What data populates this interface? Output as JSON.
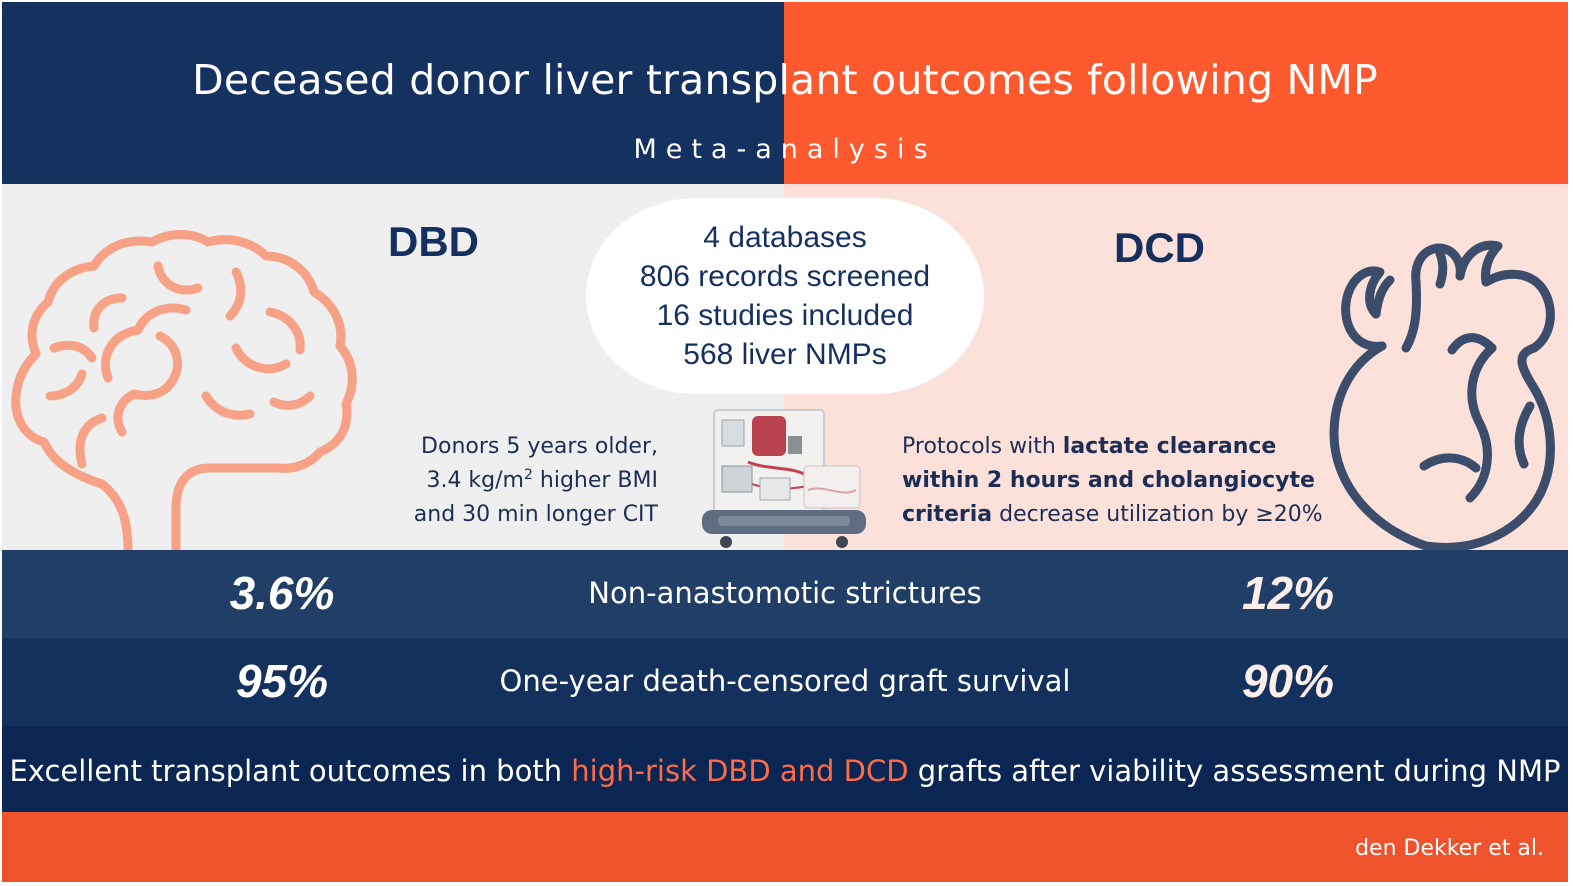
{
  "header": {
    "title": "Deceased donor liver transplant outcomes following NMP",
    "subtitle": "Meta-analysis"
  },
  "groups": {
    "left_label": "DBD",
    "right_label": "DCD"
  },
  "stats": {
    "lines": [
      "4 databases",
      "806 records screened",
      "16 studies included",
      "568 liver NMPs"
    ]
  },
  "notes": {
    "left": {
      "line1": "Donors 5 years older,",
      "line2_pre": "3.4 kg/m",
      "line2_sup": "2",
      "line2_post": " higher BMI",
      "line3": "and 30 min longer CIT"
    },
    "right": {
      "part1": "Protocols with ",
      "bold1": "lactate clearance within 2 hours and cholangiocyte criteria",
      "part2": " decrease utilization by ≥20%"
    }
  },
  "outcomes": [
    {
      "label": "Non-anastomotic strictures",
      "dbd": "3.6%",
      "dcd": "12%"
    },
    {
      "label": "One-year death-censored graft survival",
      "dbd": "95%",
      "dcd": "90%"
    }
  ],
  "conclusion": {
    "pre": "Excellent transplant outcomes in both ",
    "highlight": "high-risk DBD and DCD",
    "post": " grafts after viability assessment during NMP"
  },
  "footer": {
    "author": "den Dekker et al."
  },
  "icons": {
    "left": "brain-icon",
    "right": "heart-icon",
    "center": "perfusion-device-icon"
  },
  "colors": {
    "navy": "#143160",
    "orange": "#fc5a2e",
    "brain": "#f7a287",
    "heart": "#3b4d6b",
    "highlight": "#ff6b47"
  }
}
